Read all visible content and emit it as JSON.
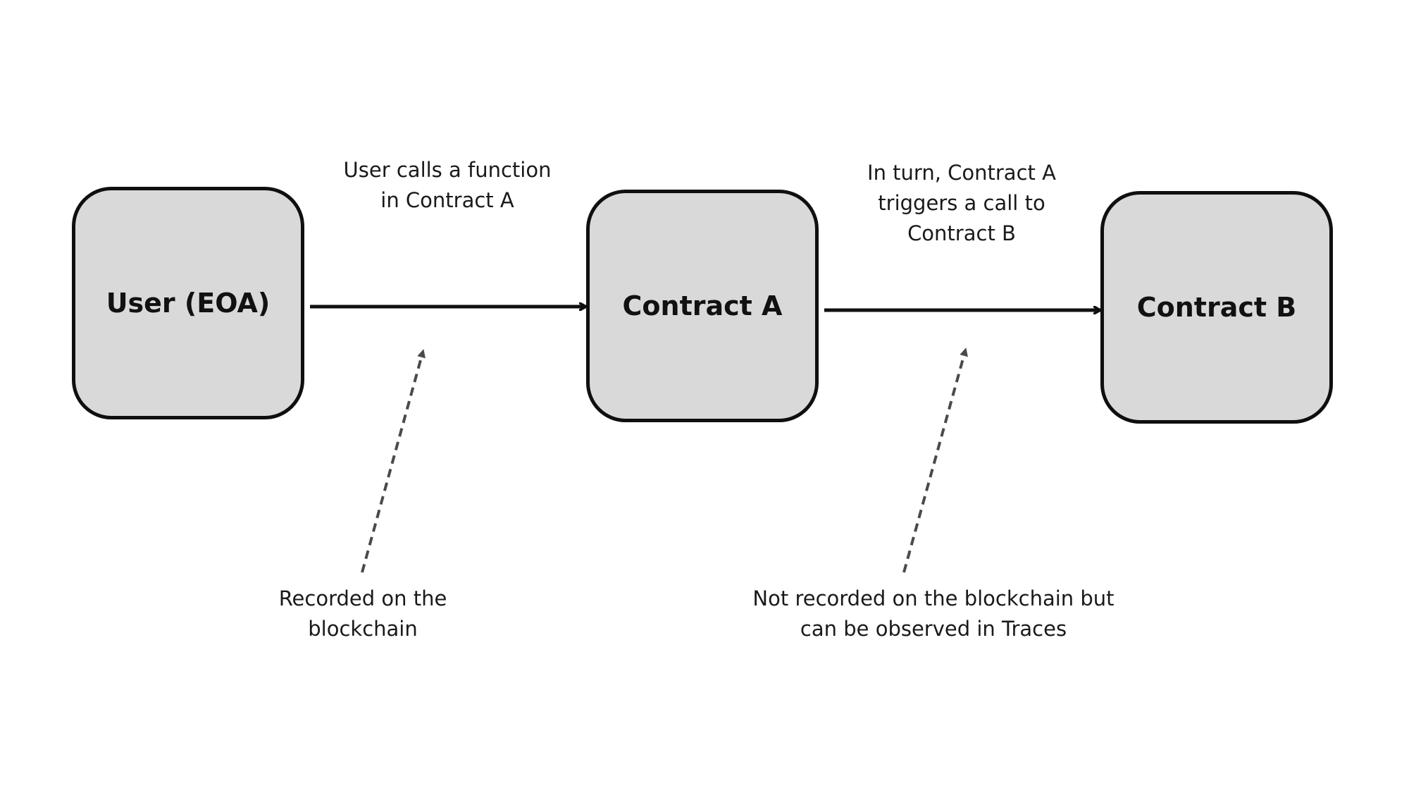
{
  "nodes": {
    "user": "User (EOA)",
    "contract_a": "Contract A",
    "contract_b": "Contract B"
  },
  "edges": {
    "user_to_a": [
      "User calls a function",
      "in Contract A"
    ],
    "a_to_b": [
      "In turn, Contract A",
      "triggers a call to",
      "Contract B"
    ]
  },
  "annotations": {
    "recorded": [
      "Recorded on the",
      "blockchain"
    ],
    "not_recorded": [
      "Not recorded on the blockchain but",
      "can be observed in Traces"
    ]
  },
  "colors": {
    "node_fill": "#d9d9d9",
    "node_border": "#0f0f0f",
    "solid_arrow": "#0f0f0f",
    "dashed_arrow": "#4a4a4a",
    "background": "#ffffff"
  }
}
